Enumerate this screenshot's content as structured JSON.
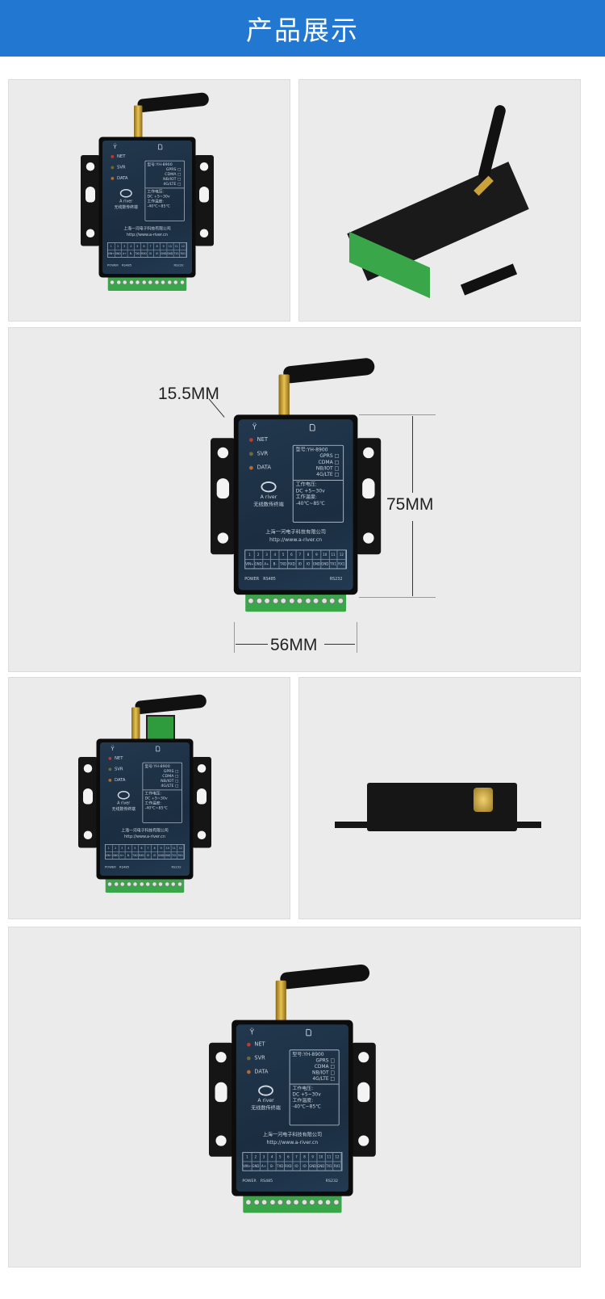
{
  "header": {
    "title": "产品展示"
  },
  "device": {
    "leds": [
      "NET",
      "SVR",
      "DATA"
    ],
    "model": "型号:YH-8900",
    "networks": [
      "GPRS",
      "CDMA",
      "NB/IOT",
      "4G/LTE"
    ],
    "voltage_label": "工作电压:",
    "voltage": "DC +5~30v",
    "temp_label": "工作温度:",
    "temp": "-40℃~85℃",
    "brand": "A river",
    "product": "无线数传终端",
    "company": "上海一河电子科技有限公司",
    "url": "http://www.a-river.cn",
    "pins": [
      "1",
      "2",
      "3",
      "4",
      "5",
      "6",
      "7",
      "8",
      "9",
      "10",
      "11",
      "12"
    ],
    "pin_labels": [
      "VIN+",
      "GND",
      "A+",
      "B-",
      "TXD",
      "RXD",
      "IO",
      "IO",
      "GND",
      "GND",
      "TX1",
      "RX1"
    ],
    "bus_power": "POWER",
    "bus_rs485": "RS485",
    "bus_rs232": "RS232",
    "colors": {
      "net": "#c0392b",
      "svr": "#6b6b3a",
      "data": "#b8682c"
    }
  },
  "dimensions": {
    "depth": "15.5MM",
    "height": "75MM",
    "width": "56MM"
  }
}
